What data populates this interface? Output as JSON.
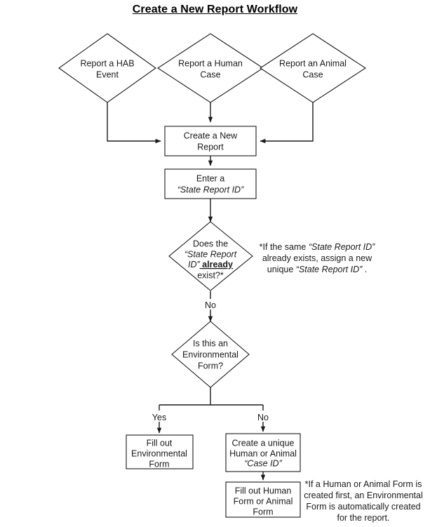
{
  "document": {
    "title": "Create a New Report Workflow"
  },
  "diagram": {
    "type": "flowchart",
    "nodes": [
      {
        "id": "report-hab-event",
        "shape": "diamond",
        "lines": [
          "Report a HAB",
          "Event"
        ]
      },
      {
        "id": "report-human-case",
        "shape": "diamond",
        "lines": [
          "Report a Human",
          "Case"
        ]
      },
      {
        "id": "report-animal-case",
        "shape": "diamond",
        "lines": [
          "Report an Animal",
          "Case"
        ]
      },
      {
        "id": "create-new-report",
        "shape": "rectangle",
        "lines": [
          "Create a New",
          "Report"
        ]
      },
      {
        "id": "enter-state-report-id",
        "shape": "rectangle",
        "lines": [
          "Enter a",
          "“State Report ID”"
        ]
      },
      {
        "id": "does-state-report-id-exist",
        "shape": "diamond",
        "lines": [
          "Does the",
          "“State Report",
          "ID” already",
          "exist?*"
        ]
      },
      {
        "id": "is-environmental-form",
        "shape": "diamond",
        "lines": [
          "Is this an",
          "Environmental",
          "Form?"
        ]
      },
      {
        "id": "fill-out-environmental-form",
        "shape": "rectangle",
        "lines": [
          "Fill out",
          "Environmental",
          "Form"
        ]
      },
      {
        "id": "create-unique-case-id",
        "shape": "rectangle",
        "lines": [
          "Create a unique",
          "Human or Animal",
          "“Case ID”"
        ]
      },
      {
        "id": "fill-out-human-or-animal-form",
        "shape": "rectangle",
        "lines": [
          "Fill out Human",
          "Form or Animal",
          "Form"
        ]
      }
    ],
    "edge_labels": {
      "exists_no": "No",
      "environmental_yes": "Yes",
      "environmental_no": "No"
    },
    "notes": [
      {
        "id": "note-duplicate-state-report-id",
        "lines": [
          "*If the same “State Report ID”",
          "already exists, assign a new",
          "unique “State Report ID” ."
        ]
      },
      {
        "id": "note-auto-environmental-form",
        "lines": [
          "*If a Human or Animal Form is",
          "created first, an Environmental",
          "Form is automatically created",
          "for the report."
        ]
      }
    ]
  },
  "colors": {
    "stroke": "#1a1a1a",
    "fill": "#ffffff",
    "text": "#1a1a1a"
  }
}
